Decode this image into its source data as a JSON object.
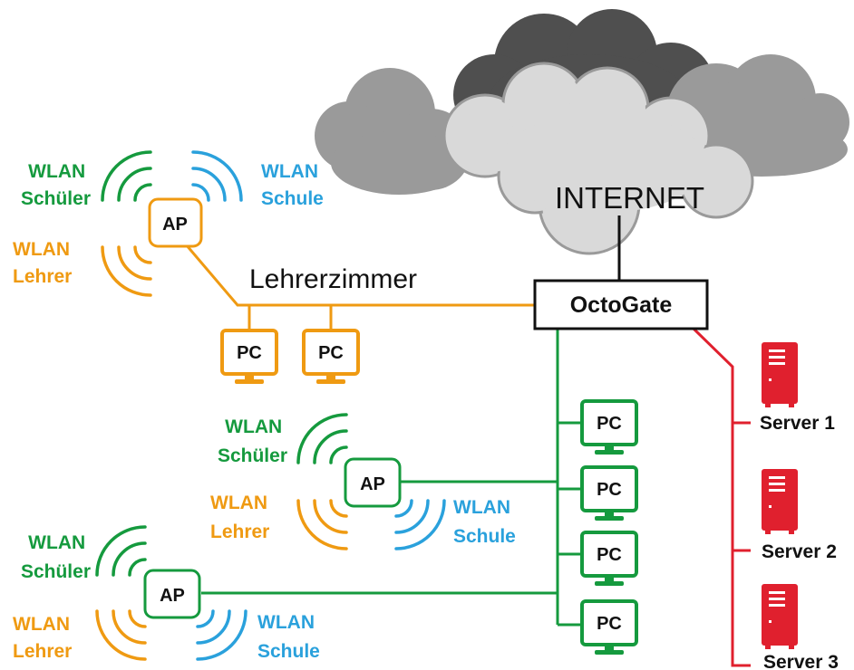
{
  "colors": {
    "green": "#159a3e",
    "orange": "#ef9a12",
    "blue": "#2aa1dc",
    "red": "#e0202e",
    "black": "#111111"
  },
  "internet": {
    "label": "INTERNET"
  },
  "gateway": {
    "label": "OctoGate"
  },
  "lehrerzimmer": {
    "label": "Lehrerzimmer",
    "ap_label": "AP",
    "pc_labels": [
      "PC",
      "PC"
    ],
    "wlan_schueler": [
      "WLAN",
      "Schüler"
    ],
    "wlan_schule": [
      "WLAN",
      "Schule"
    ],
    "wlan_lehrer": [
      "WLAN",
      "Lehrer"
    ]
  },
  "network_green": {
    "pc_labels": [
      "PC",
      "PC",
      "PC",
      "PC"
    ],
    "ap1": {
      "label": "AP",
      "wlan_schueler": [
        "WLAN",
        "Schüler"
      ],
      "wlan_lehrer": [
        "WLAN",
        "Lehrer"
      ],
      "wlan_schule": [
        "WLAN",
        "Schule"
      ]
    },
    "ap2": {
      "label": "AP",
      "wlan_schueler": [
        "WLAN",
        "Schüler"
      ],
      "wlan_lehrer": [
        "WLAN",
        "Lehrer"
      ],
      "wlan_schule": [
        "WLAN",
        "Schule"
      ]
    }
  },
  "servers": {
    "labels": [
      "Server 1",
      "Server 2",
      "Server 3"
    ]
  }
}
